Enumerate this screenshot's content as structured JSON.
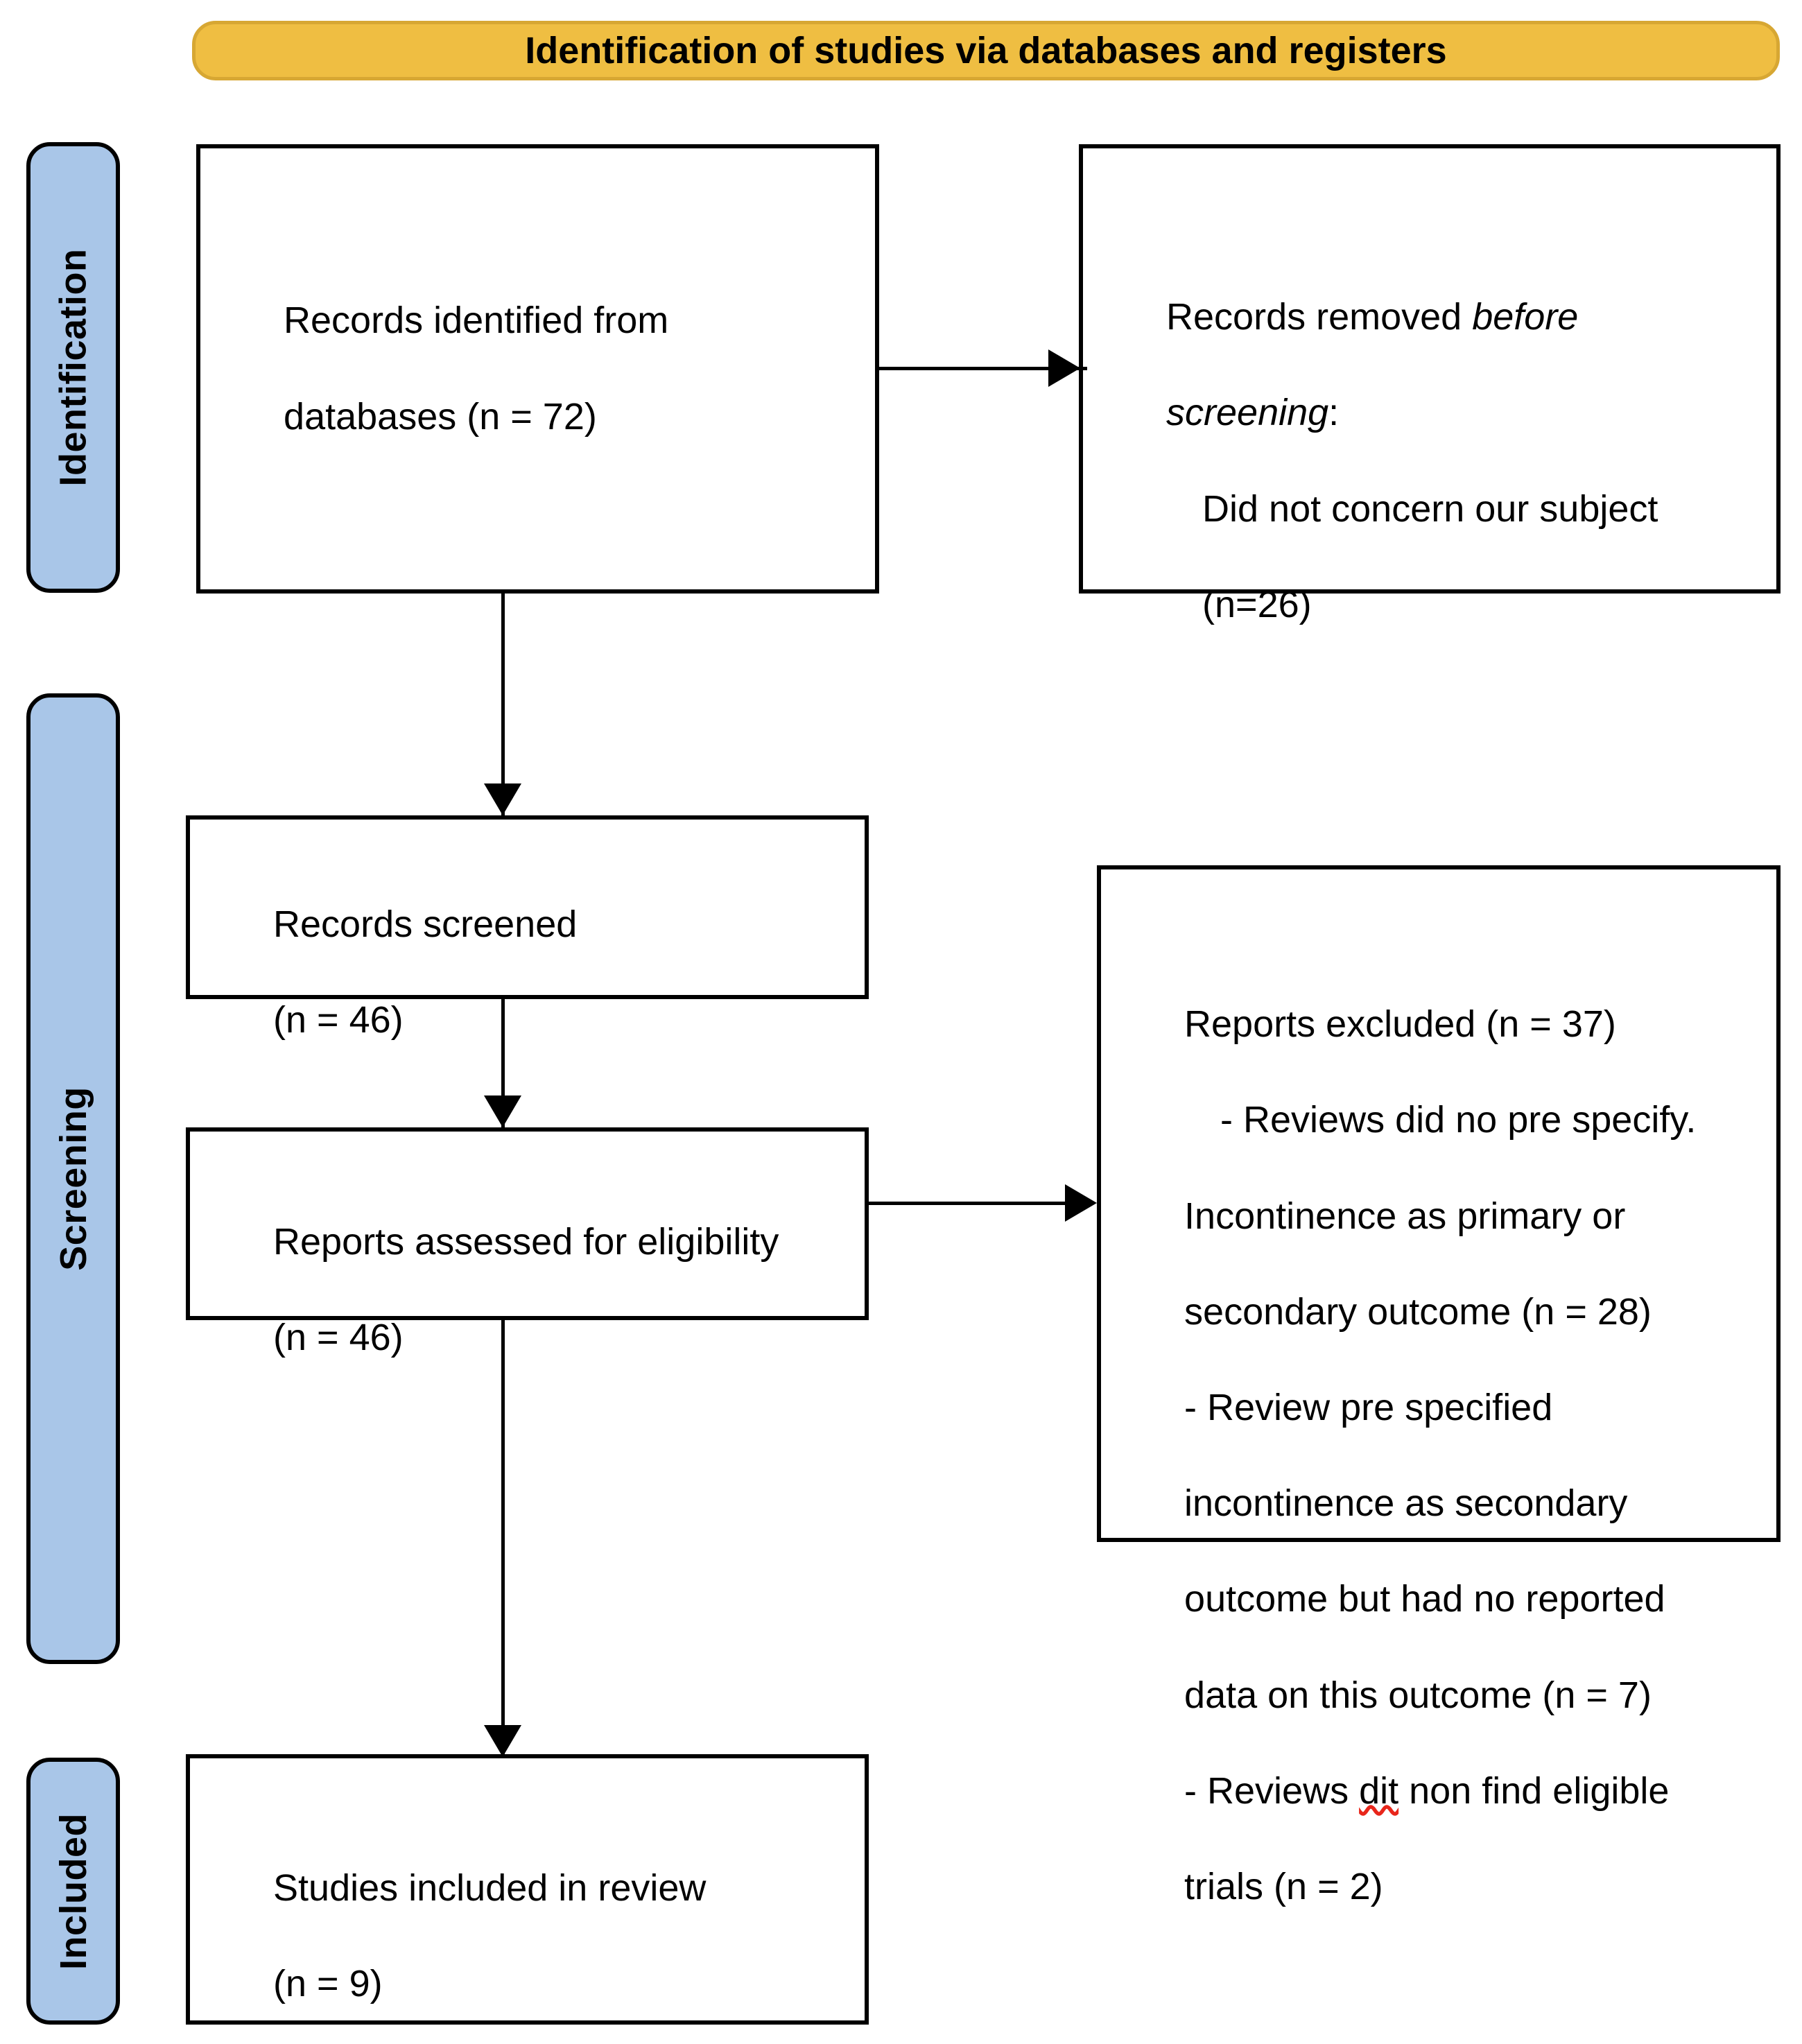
{
  "diagram": {
    "type": "PRISMA flow diagram",
    "banner": {
      "title": "Identification of studies via databases and registers",
      "fill_color": "#efbe42",
      "border_color": "#d7a733"
    },
    "stage_tab_color": "#a9c6e8",
    "stages": [
      {
        "label": "Identification"
      },
      {
        "label": "Screening"
      },
      {
        "label": "Included"
      }
    ],
    "boxes": {
      "identified": {
        "line1": "Records identified from",
        "line2": "databases (n = 72)",
        "n": 72
      },
      "removed_before_screening": {
        "lead_plain": "Records removed ",
        "lead_italic_a": "before",
        "lead_italic_b": "screening",
        "lead_colon": ":",
        "item_line1": "Did not concern our subject",
        "item_line2": "(n=26)",
        "n": 26
      },
      "records_screened": {
        "line1": "Records screened",
        "line2": "(n = 46)",
        "n": 46
      },
      "reports_assessed": {
        "line1": "Reports assessed for eligibility",
        "line2": "(n = 46)",
        "n": 46
      },
      "reports_excluded": {
        "heading": "Reports excluded (n = 37)",
        "n": 37,
        "reason_1_a": "- Reviews did no pre specify.",
        "reason_1_b": "Incontinence as primary or",
        "reason_1_c": "secondary outcome (n = 28)",
        "reason_1_n": 28,
        "reason_2_a": "- Review pre specified",
        "reason_2_b": "incontinence as secondary",
        "reason_2_c": "outcome but had no reported",
        "reason_2_d": "data on this outcome (n = 7)",
        "reason_2_n": 7,
        "reason_3_prefix": "- Reviews ",
        "reason_3_misspelled": "dit",
        "reason_3_suffix": " non find eligible",
        "reason_3_b": "trials (n = 2)",
        "reason_3_n": 2
      },
      "studies_included": {
        "line1": "Studies included in review",
        "line2": "(n = 9)",
        "n": 9
      }
    }
  }
}
